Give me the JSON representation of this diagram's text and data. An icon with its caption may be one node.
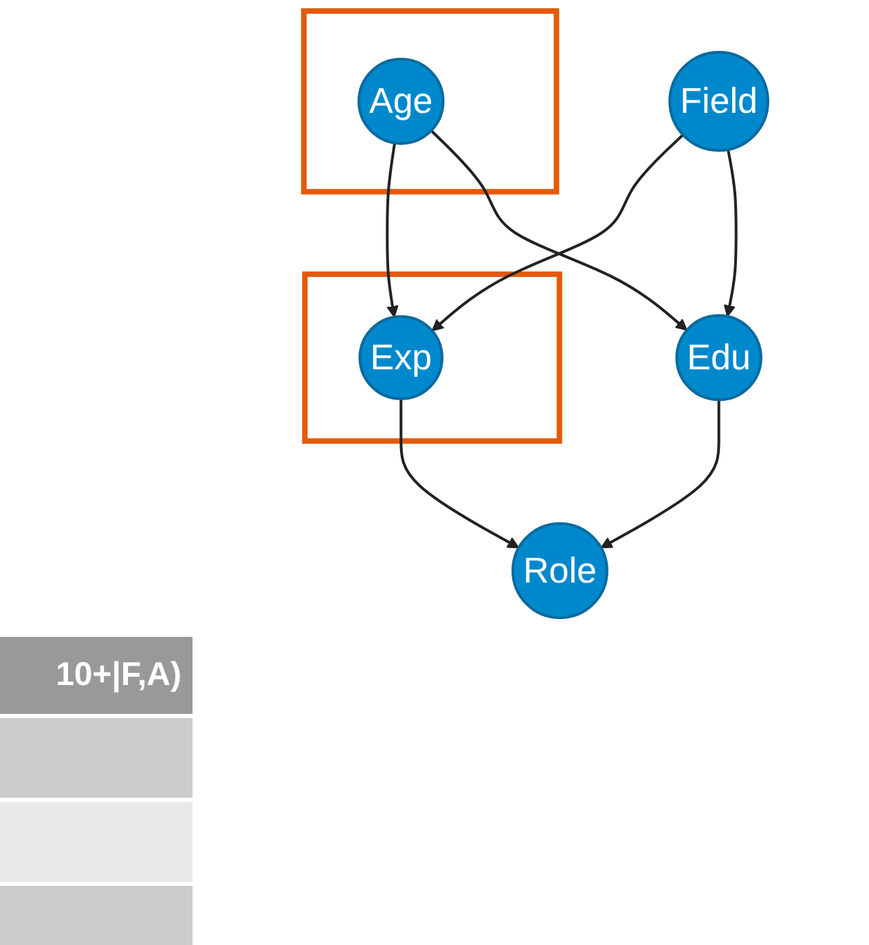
{
  "diagram": {
    "nodes": [
      {
        "text": [
          "Field"
        ]
      },
      {
        "text": [],
        "shape": "box"
      },
      {
        "text": [
          "Age"
        ],
        "in": 1
      },
      {
        "text": [],
        "shape": "box"
      },
      {
        "text": [
          "Exp"
        ],
        "in": 3
      },
      {
        "text": [
          "Edu"
        ]
      },
      {
        "text": [
          "Role"
        ]
      }
    ],
    "edges": [
      {
        "from": 0,
        "to": 4,
        "arrow": "to"
      },
      {
        "from": 0,
        "to": 5,
        "arrow": "to"
      },
      {
        "from": 2,
        "to": 4,
        "arrow": "to"
      },
      {
        "from": 2,
        "to": 5,
        "arrow": "to"
      },
      {
        "from": 4,
        "to": 6,
        "arrow": "to"
      },
      {
        "from": 5,
        "to": 6,
        "arrow": "to"
      }
    ],
    "labels": [
      "10+|F,A)"
    ]
  }
}
